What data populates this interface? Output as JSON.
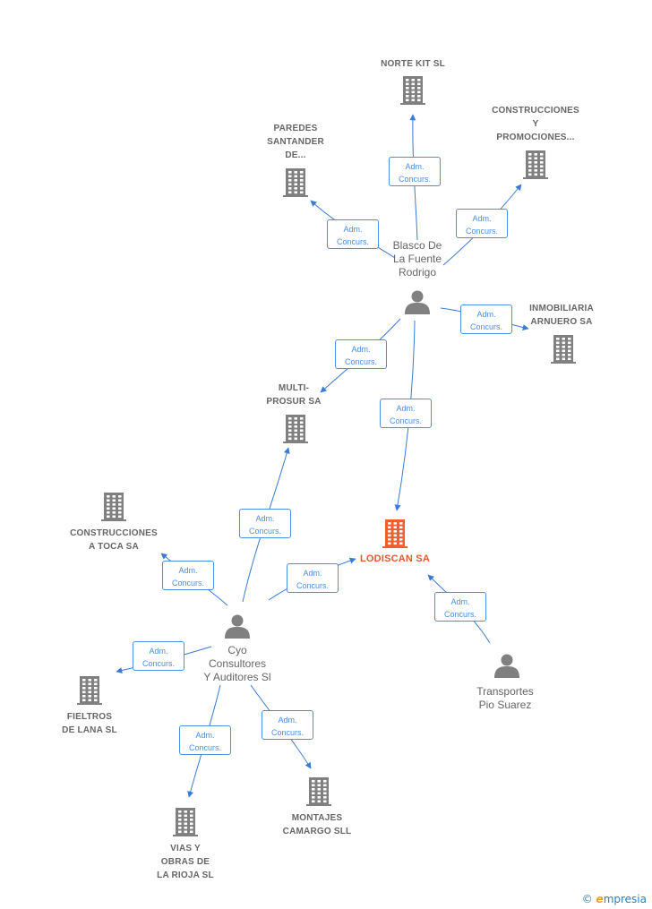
{
  "colors": {
    "company": "#808080",
    "focus": "#f0602e",
    "edge": "#3a7bd5",
    "edge_label": "#4a90e2",
    "text": "#666666"
  },
  "nodes": [
    {
      "id": "norte-kit",
      "type": "company",
      "label": "NORTE KIT SL"
    },
    {
      "id": "construcciones-y-promociones",
      "type": "company",
      "label": "CONSTRUCCIONES\nY\nPROMOCIONES..."
    },
    {
      "id": "paredes-santander",
      "type": "company",
      "label": "PAREDES\nSANTANDER\nDE..."
    },
    {
      "id": "blasco",
      "type": "person",
      "label": "Blasco De\nLa Fuente\nRodrigo"
    },
    {
      "id": "inmobiliaria-arnuero",
      "type": "company",
      "label": "INMOBILIARIA\nARNUERO SA"
    },
    {
      "id": "multi-prosur",
      "type": "company",
      "label": "MULTI-\nPROSUR SA"
    },
    {
      "id": "construcciones-a-toca",
      "type": "company",
      "label": "CONSTRUCCIONES\nA TOCA SA"
    },
    {
      "id": "lodiscan",
      "type": "focus",
      "label": "LODISCAN SA"
    },
    {
      "id": "cyo",
      "type": "person",
      "label": "Cyo\nConsultores\nY Auditores Sl"
    },
    {
      "id": "transportes",
      "type": "person",
      "label": "Transportes\nPio Suarez"
    },
    {
      "id": "fieltros",
      "type": "company",
      "label": "FIELTROS\nDE LANA SL"
    },
    {
      "id": "montajes",
      "type": "company",
      "label": "MONTAJES\nCAMARGO SLL"
    },
    {
      "id": "vias",
      "type": "company",
      "label": "VIAS Y\nOBRAS DE\nLA RIOJA SL"
    }
  ],
  "edges": [
    {
      "from": "blasco",
      "to": "norte-kit",
      "label": "Adm.\nConcurs."
    },
    {
      "from": "blasco",
      "to": "construcciones-y-promociones",
      "label": "Adm.\nConcurs."
    },
    {
      "from": "blasco",
      "to": "paredes-santander",
      "label": "Adm.\nConcurs."
    },
    {
      "from": "blasco",
      "to": "inmobiliaria-arnuero",
      "label": "Adm.\nConcurs."
    },
    {
      "from": "blasco",
      "to": "multi-prosur",
      "label": "Adm.\nConcurs."
    },
    {
      "from": "blasco",
      "to": "lodiscan",
      "label": "Adm.\nConcurs."
    },
    {
      "from": "cyo",
      "to": "multi-prosur",
      "label": "Adm.\nConcurs."
    },
    {
      "from": "cyo",
      "to": "construcciones-a-toca",
      "label": "Adm.\nConcurs."
    },
    {
      "from": "cyo",
      "to": "lodiscan",
      "label": "Adm.\nConcurs."
    },
    {
      "from": "cyo",
      "to": "fieltros",
      "label": "Adm.\nConcurs."
    },
    {
      "from": "cyo",
      "to": "montajes",
      "label": "Adm.\nConcurs."
    },
    {
      "from": "cyo",
      "to": "vias",
      "label": "Adm.\nConcurs."
    },
    {
      "from": "transportes",
      "to": "lodiscan",
      "label": "Adm.\nConcurs."
    }
  ],
  "watermark": {
    "symbol": "©",
    "initial": "e",
    "rest": "mpresia"
  }
}
